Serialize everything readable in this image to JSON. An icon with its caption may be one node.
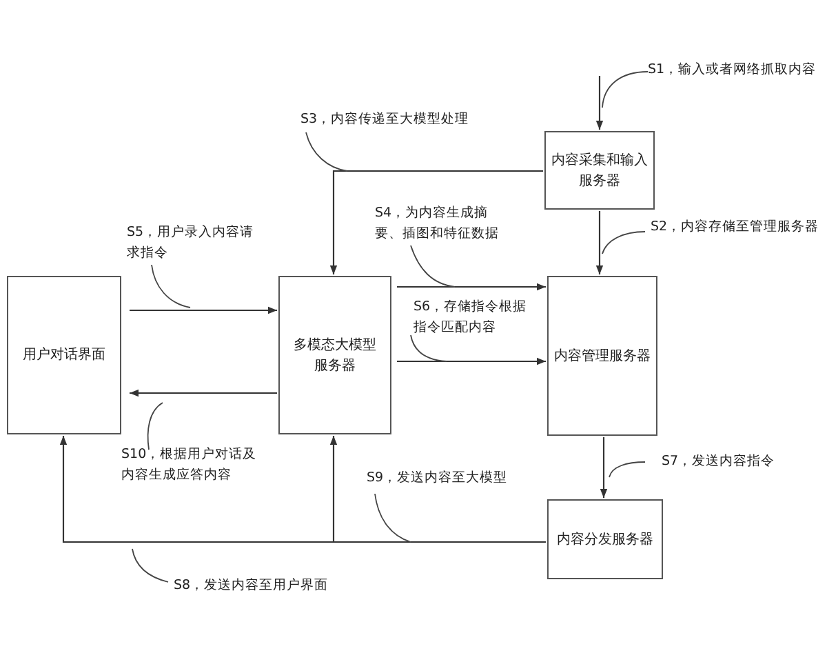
{
  "diagram": {
    "nodes": [
      {
        "text": [
          "用户对话界面"
        ]
      },
      {
        "text": [
          "多模态大模型服务器"
        ]
      },
      {
        "text": [
          "内容采集和输入服务器"
        ]
      },
      {
        "text": [
          "内容管理服务器"
        ]
      },
      {
        "text": [
          "内容分发服务器"
        ]
      }
    ],
    "edges": [
      {
        "from": null,
        "to": 2,
        "arrow": "to",
        "label": "S1，输入或者网络抓取内容"
      },
      {
        "from": 2,
        "to": 3,
        "arrow": "to",
        "label": "S2，内容存储至管理服务器"
      },
      {
        "from": 2,
        "to": 1,
        "arrow": "to",
        "label": "S3，内容传递至大模型处理"
      },
      {
        "from": 1,
        "to": 3,
        "arrow": "to",
        "label": "S4，为内容生成摘要、插图和特征数据"
      },
      {
        "from": 0,
        "to": 1,
        "arrow": "to",
        "label": "S5，用户录入内容请求指令"
      },
      {
        "from": 1,
        "to": 3,
        "arrow": "to",
        "label": "S6，存储指令根据指令匹配内容"
      },
      {
        "from": 3,
        "to": 4,
        "arrow": "to",
        "label": "S7，发送内容指令"
      },
      {
        "from": 4,
        "to": 0,
        "arrow": "to",
        "label": "S8，发送内容至用户界面"
      },
      {
        "from": 4,
        "to": 1,
        "arrow": "to",
        "label": "S9，发送内容至大模型"
      },
      {
        "from": 1,
        "to": 0,
        "arrow": "to",
        "label": "S10，根据用户对话及内容生成应答内容"
      }
    ]
  }
}
